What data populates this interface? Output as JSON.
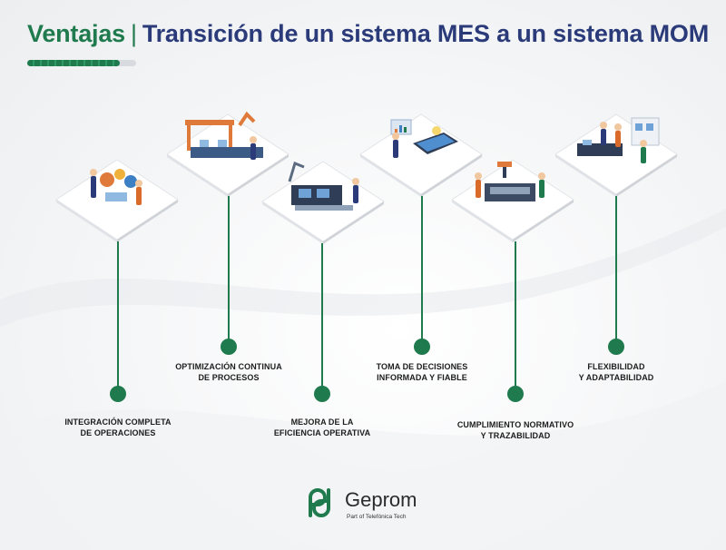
{
  "header": {
    "title_accent": "Ventajas",
    "separator": "|",
    "title_main": "Transición de un sistema MES a un sistema MOM",
    "progress": 0.85
  },
  "stages": [
    {
      "label_line1": "INTEGRACIÓN COMPLETA",
      "label_line2": "DE OPERACIONES",
      "illustration": "workers-gears-icon"
    },
    {
      "label_line1": "OPTIMIZACIÓN CONTINUA",
      "label_line2": "DE PROCESOS",
      "illustration": "robotic-assembly-line-icon"
    },
    {
      "label_line1": "MEJORA DE LA",
      "label_line2": "EFICIENCIA OPERATIVA",
      "illustration": "conveyor-machine-icon"
    },
    {
      "label_line1": "TOMA DE DECISIONES",
      "label_line2": "INFORMADA Y FIABLE",
      "illustration": "tablet-dashboard-icon"
    },
    {
      "label_line1": "CUMPLIMIENTO NORMATIVO",
      "label_line2": "Y TRAZABILIDAD",
      "illustration": "inspection-station-icon"
    },
    {
      "label_line1": "FLEXIBILIDAD",
      "label_line2": "Y ADAPTABILIDAD",
      "illustration": "flexible-workshop-icon"
    }
  ],
  "brand": {
    "name": "Geprom",
    "subtitle": "Part of Telefónica Tech",
    "logo": "geprom-logo-icon"
  },
  "colors": {
    "accent_green": "#1f7a4d",
    "title_navy": "#2b3b7a"
  }
}
